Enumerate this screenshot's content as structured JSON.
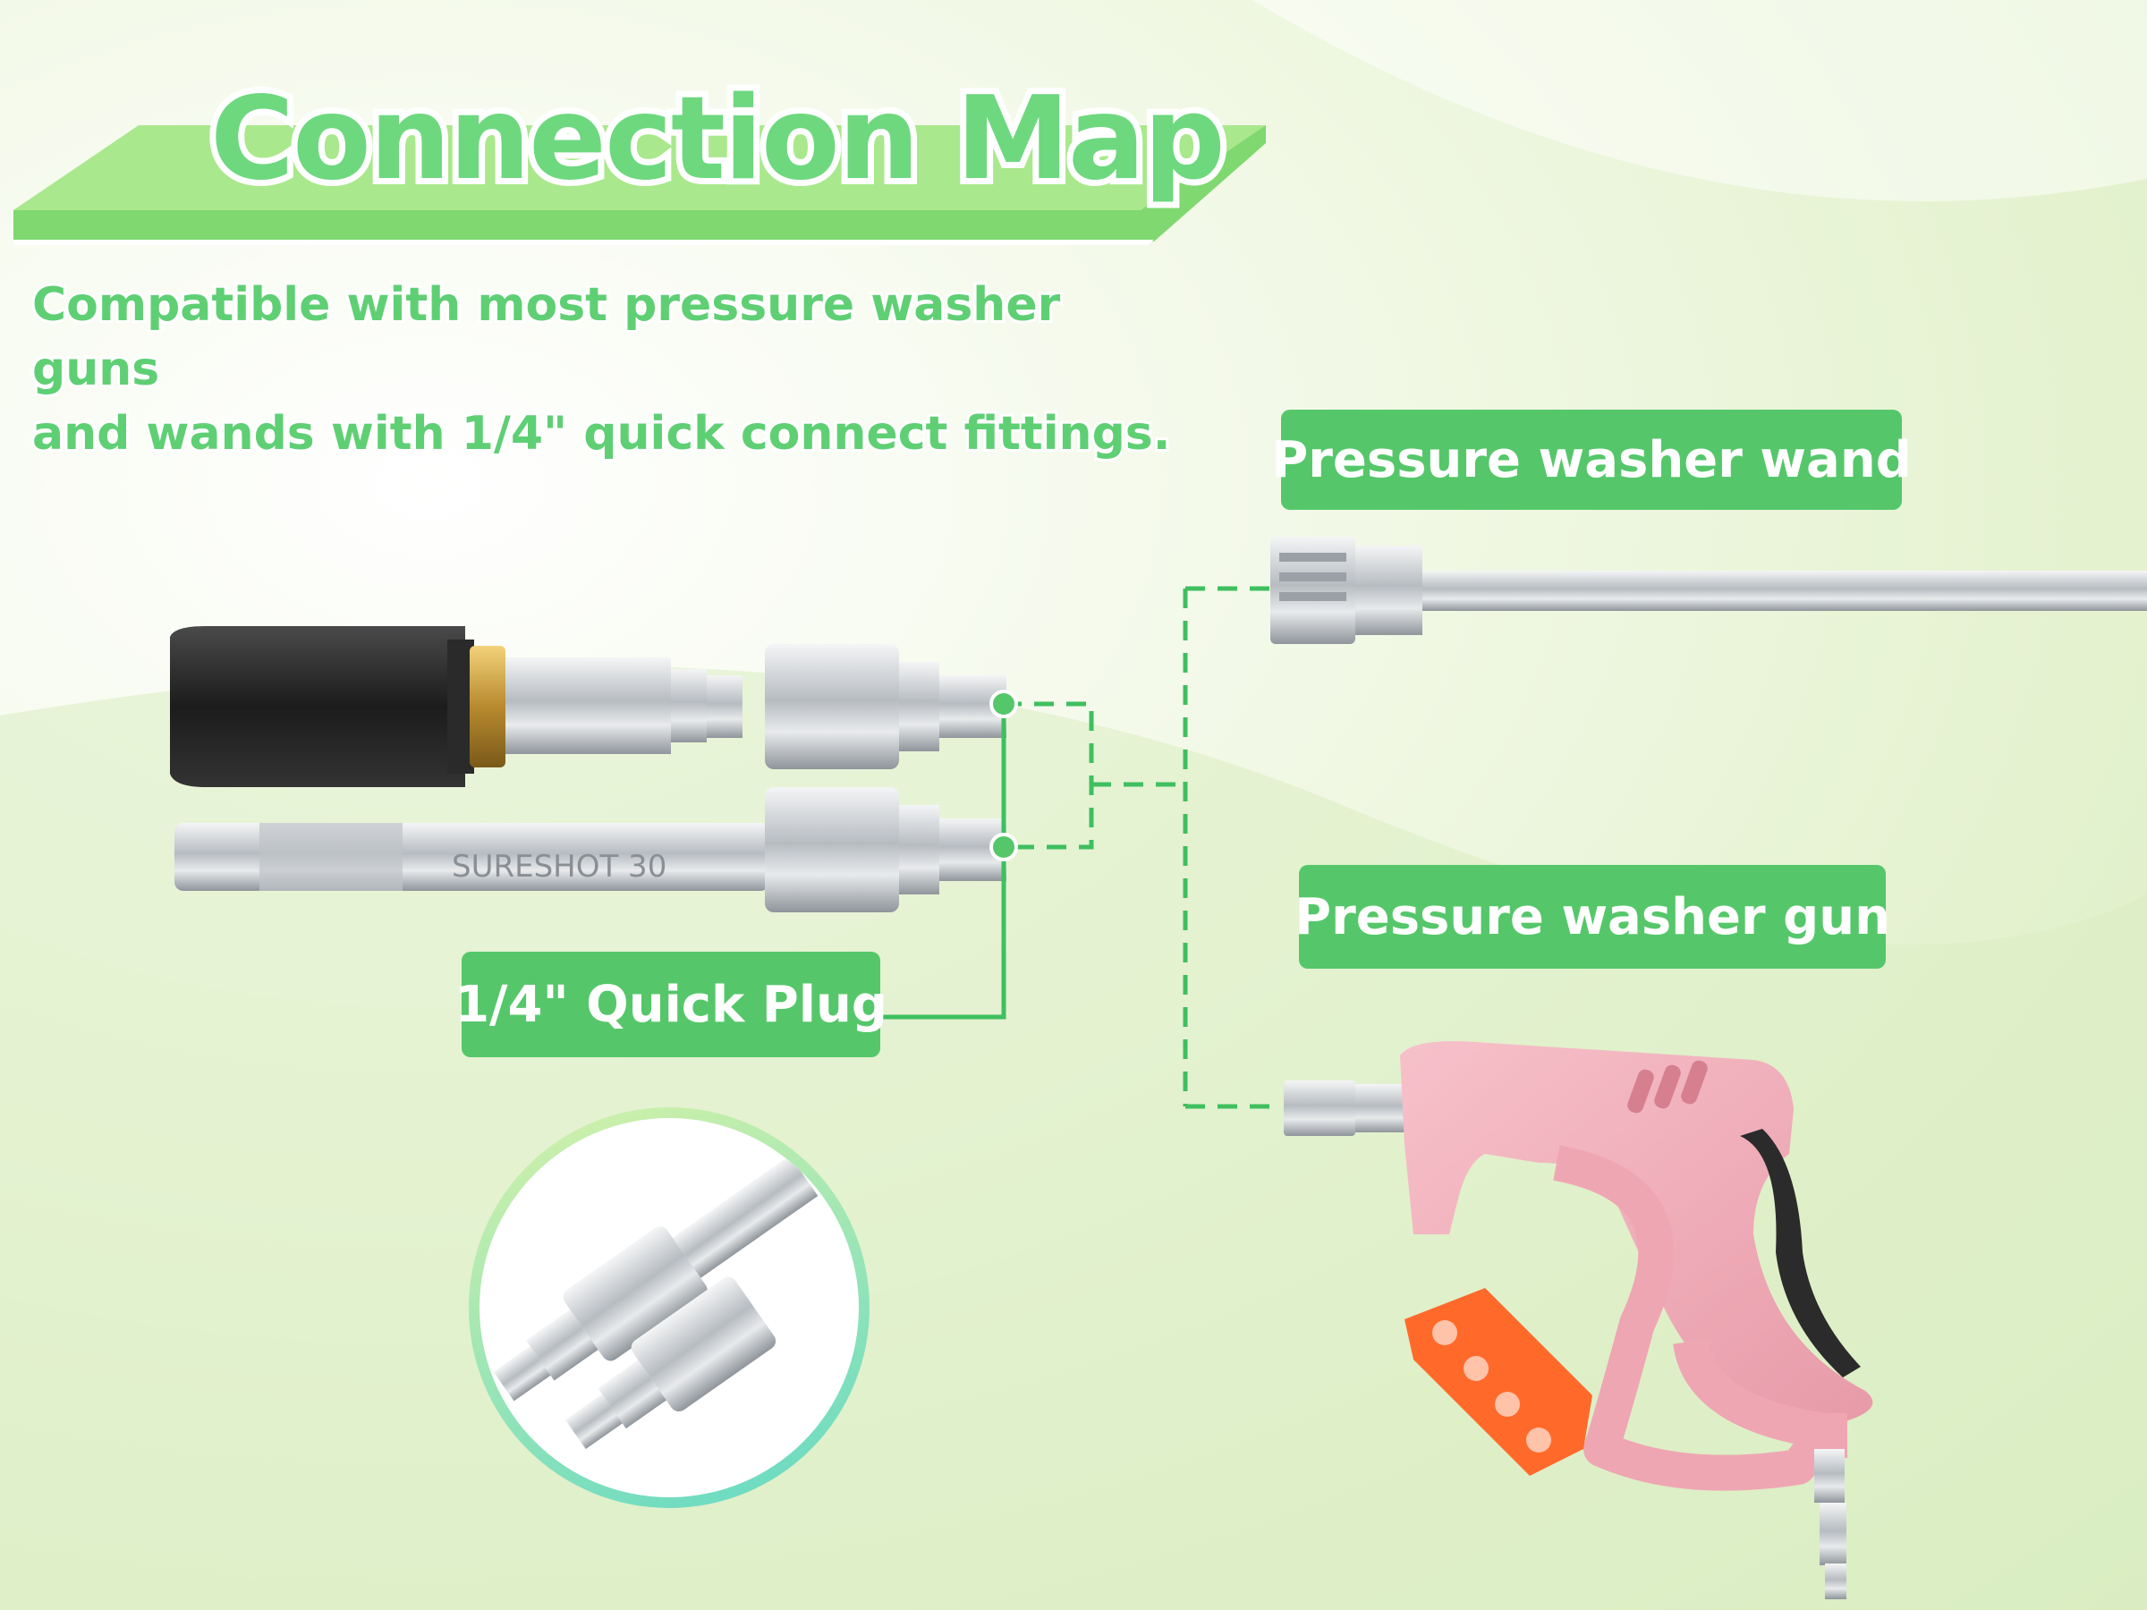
{
  "title": "Connection Map",
  "subtitle_line1": "Compatible with most pressure  washer guns",
  "subtitle_line2": "and wands with 1/4\" quick connect fittings.",
  "labels": {
    "wand": "Pressure washer wand",
    "gun": "Pressure washer gun",
    "plug": "1/4\" Quick Plug"
  },
  "nozzle_engraving": "SURESHOT  30",
  "colors": {
    "accent_green": "#55c76a",
    "title_green": "#6ed87f",
    "gun_pink": "#f3aab6",
    "grip_black": "#2b2b2b",
    "holder_orange": "#ff6a2b",
    "steel": "#c9ccd0"
  }
}
